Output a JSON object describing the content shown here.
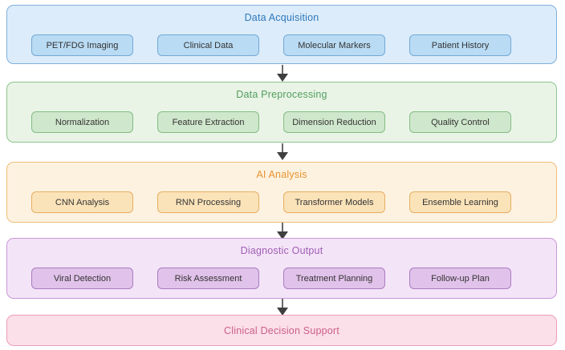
{
  "diagram": {
    "title_flow": "Medical AI diagnostic pipeline flowchart",
    "arrow_color": "#3f3f3f",
    "item_text_color": "#333333",
    "sections": [
      {
        "title": "Data Acquisition",
        "accent": "#2e78ba",
        "background": "#dcecfa",
        "border": "#7fb0dd",
        "item_background": "#b9dbf4",
        "item_border": "#74a9d8",
        "items": [
          "PET/FDG Imaging",
          "Clinical Data",
          "Molecular Markers",
          "Patient History"
        ]
      },
      {
        "title": "Data Preprocessing",
        "accent": "#549e5f",
        "background": "#e9f4e6",
        "border": "#8cc48c",
        "item_background": "#cfe7cc",
        "item_border": "#84bd84",
        "items": [
          "Normalization",
          "Feature Extraction",
          "Dimension Reduction",
          "Quality Control"
        ]
      },
      {
        "title": "AI Analysis",
        "accent": "#e79331",
        "background": "#fdf2e0",
        "border": "#efbe78",
        "item_background": "#fbe3b9",
        "item_border": "#e7ad62",
        "items": [
          "CNN Analysis",
          "RNN Processing",
          "Transformer Models",
          "Ensemble Learning"
        ]
      },
      {
        "title": "Diagnostic Output",
        "accent": "#9f5fb5",
        "background": "#f4e4f8",
        "border": "#c898d8",
        "item_background": "#e1c2ea",
        "item_border": "#aa7cc2",
        "items": [
          "Viral Detection",
          "Risk Assessment",
          "Treatment Planning",
          "Follow-up Plan"
        ]
      },
      {
        "title": "Clinical Decision Support",
        "accent": "#cc6089",
        "background": "#fbdfe9",
        "border": "#ee9cb8",
        "items": []
      }
    ]
  }
}
